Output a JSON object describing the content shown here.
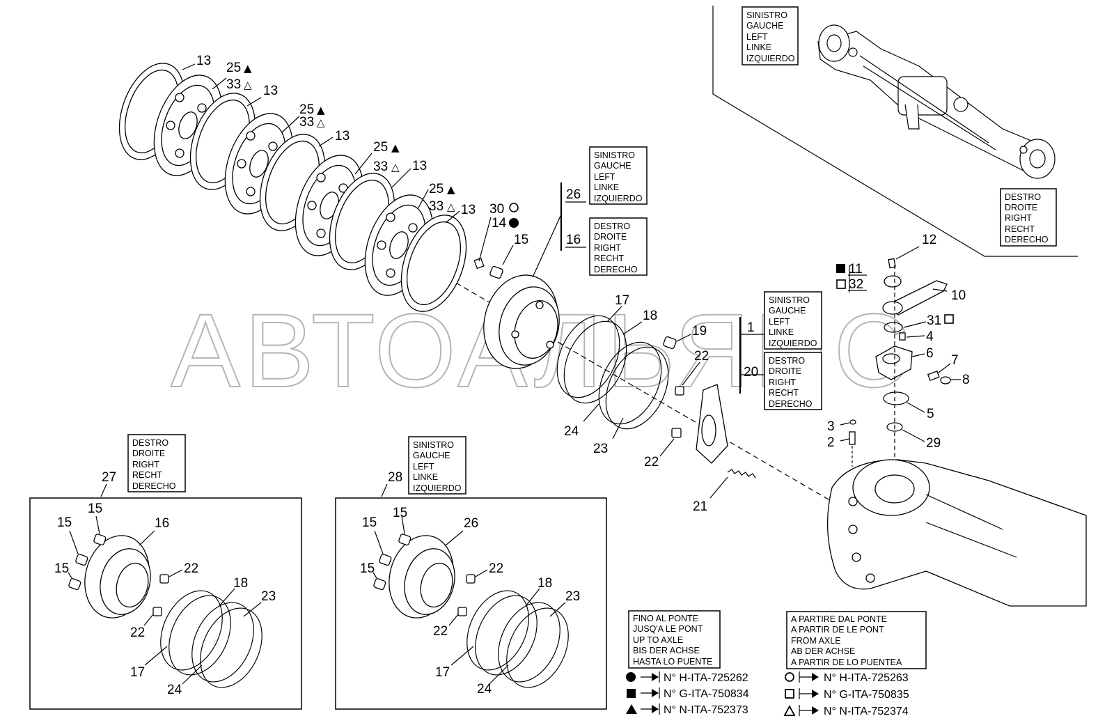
{
  "watermark": "АВТОАЛЬЯНС",
  "side_label_left": [
    "SINISTRO",
    "GAUCHE",
    "LEFT",
    "LINKE",
    "IZQUIERDO"
  ],
  "side_label_right": [
    "DESTRO",
    "DROITE",
    "RIGHT",
    "RECHT",
    "DERECHO"
  ],
  "part_numbers": {
    "p1": "1",
    "p2": "2",
    "p3": "3",
    "p4": "4",
    "p5": "5",
    "p6": "6",
    "p7": "7",
    "p8": "8",
    "p10": "10",
    "p11": "11",
    "p12": "12",
    "p13": "13",
    "p14": "14",
    "p15": "15",
    "p16": "16",
    "p17": "17",
    "p18": "18",
    "p19": "19",
    "p20": "20",
    "p21": "21",
    "p22": "22",
    "p23": "23",
    "p24": "24",
    "p25": "25",
    "p26": "26",
    "p27": "27",
    "p28": "28",
    "p29": "29",
    "p30": "30",
    "p31": "31",
    "p32": "32",
    "p33": "33"
  },
  "legend_up_to": {
    "title_lines": [
      "FINO AL PONTE",
      "JUSQ'A LE PONT",
      "UP TO AXLE",
      "BIS DER ACHSE",
      "HASTA LO PUENTE"
    ],
    "entries": [
      {
        "symbol": "filled-circle",
        "text": "N° H-ITA-725262"
      },
      {
        "symbol": "filled-square",
        "text": "N° G-ITA-750834"
      },
      {
        "symbol": "filled-triangle",
        "text": "N° N-ITA-752373"
      }
    ]
  },
  "legend_from": {
    "title_lines": [
      "A PARTIRE DAL PONTE",
      "A PARTIR DE LE PONT",
      "FROM AXLE",
      "AB DER ACHSE",
      "A PARTIR DE LO PUENTEA"
    ],
    "entries": [
      {
        "symbol": "open-circle",
        "text": "N° H-ITA-725263"
      },
      {
        "symbol": "open-square",
        "text": "N° G-ITA-750835"
      },
      {
        "symbol": "open-triangle",
        "text": "N° N-ITA-752374"
      }
    ]
  }
}
